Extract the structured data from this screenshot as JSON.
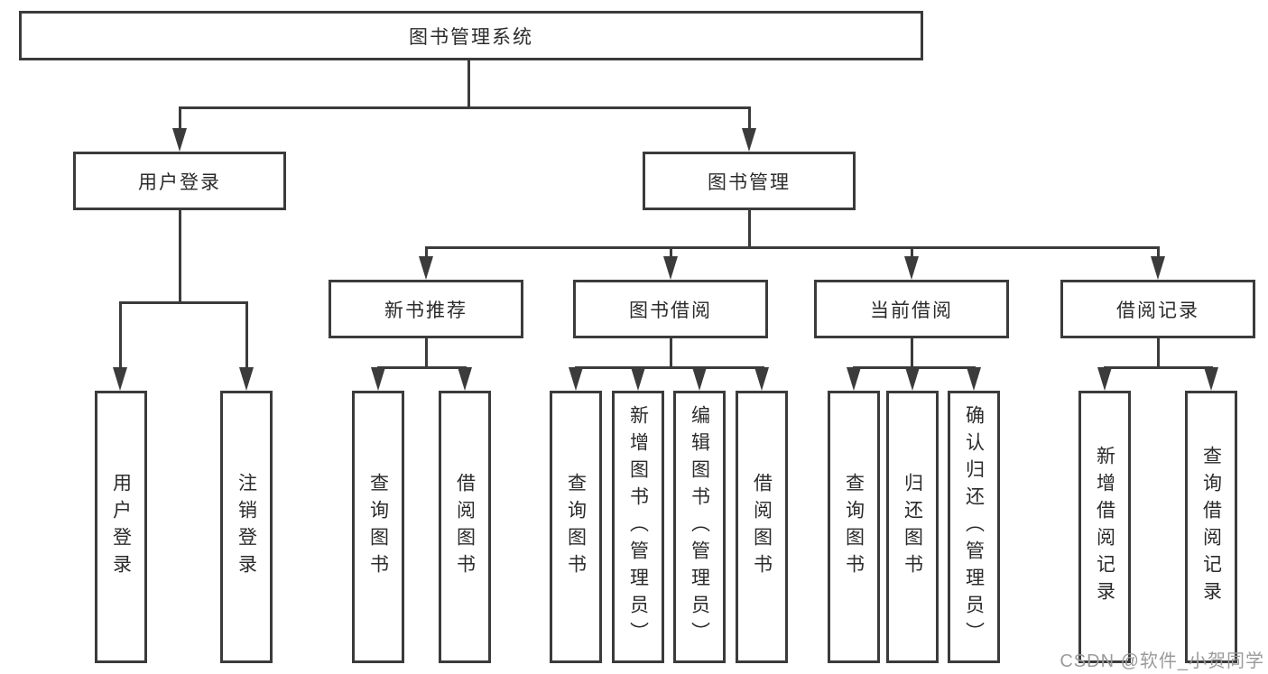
{
  "diagram": {
    "root": {
      "label": "图书管理系统"
    },
    "level2": {
      "user_login": "用户登录",
      "book_management": "图书管理"
    },
    "level3": {
      "new_books": "新书推荐",
      "book_borrow": "图书借阅",
      "current_borrow": "当前借阅",
      "borrow_records": "借阅记录"
    },
    "leaves": {
      "user_login": [
        "用户登录",
        "注销登录"
      ],
      "new_books": [
        "查询图书",
        "借阅图书"
      ],
      "book_borrow": [
        "查询图书",
        "新增图书（管理员）",
        "编辑图书（管理员）",
        "借阅图书"
      ],
      "current_borrow": [
        "查询图书",
        "归还图书",
        "确认归还（管理员）"
      ],
      "borrow_records": [
        "新增借阅记录",
        "查询借阅记录"
      ]
    },
    "colors": {
      "line": "#3b3b3b",
      "text": "#2b2b2b",
      "background": "#ffffff",
      "watermark": "#9b9b9b"
    }
  },
  "watermark": {
    "text": "CSDN @软件_小贺同学"
  }
}
